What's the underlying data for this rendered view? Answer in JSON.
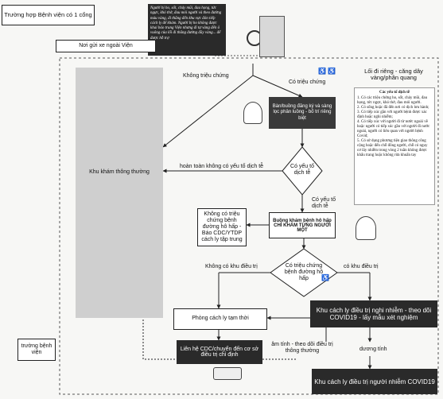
{
  "header": {
    "title": "Trường hợp Bệnh viện có 1 cổng",
    "parking": "Nơi gửi xe ngoài Viện",
    "poster_text": "Người bị ho, sốt, chảy mũi, đau họng, tức ngực, khó thở, đau mỏi người và theo đường màu vàng, đi thẳng đến khu vực đón tiếp cách ly để khám. Người bị ho không được khai báo trung Viện nhưng đi tự vàng đến ô vuông của lối đi thẳng đường đầy vàng... để được hỗ trợ"
  },
  "flow": {
    "no_symptom_label": "Không triệu chứng",
    "symptom_label": "Có triệu chứng",
    "private_lane_label": "Lối đi riêng - căng dây vàng/phân quang",
    "screening_box": "Bàn/buồng đăng ký và sàng lọc phân luồng - bố trí riêng biệt",
    "general_exam": "Khu khám thông thường",
    "no_epi_label": "hoàn toàn không có yếu tố dịch tễ",
    "epi_diamond": "Có yếu tố dịch tễ",
    "epi_yes_label": "Có yếu tố dịch tễ",
    "report_box": "Không có triệu chứng bệnh đường hô hấp - Báo CDC/YTDP cách ly tập trung",
    "respiratory_room": "Buồng khám bệnh hô hấp CHỈ KHÁM TỪNG NGƯỜI MỘT",
    "resp_diamond": "Có triệu chứng bệnh đường hô hấp",
    "no_zone_label": "Không có khu điều trị",
    "has_zone_label": "có khu điều trị",
    "temp_isolation": "Phòng cách ly tạm thời",
    "contact_cdc": "Liên hệ CDC/chuyển đến cơ sở điều trị chỉ định",
    "suspect_isolation": "Khu cách ly điều trị nghi nhiễm - theo dõi COVID19 - lấy mẫu xét nghiệm",
    "negative_label": "âm tính - theo dõi điều trị thông thường",
    "positive_label": "dương tính",
    "confirmed_isolation": "Khu cách ly điều trị người nhiễm COVID19",
    "hospital_gate": "trường bệnh viện"
  },
  "epi_criteria": {
    "title": "Các yếu tố dịch tễ",
    "items": [
      "1. Có các triệu chứng ho, sốt, chảy mũi, đau họng, tức ngực, khó thở, đau mỏi người.",
      "2. Có sống hoặc đã đến nơi có dịch lưu hành;",
      "3. Có tiếp xúc gần với người bệnh được xác định hoặc nghi nhiễm;",
      "4. Có tiếp xúc với người đi từ nước ngoài về hoặc người có tiếp xúc gần với người đi nước ngoài, người có liên quan với người bệnh Covid;",
      "5. Có sử dụng phương tiện giao thông công cộng hoặc đến chỗ đông người, chỗ có nguy cơ lây nhiễm trong vòng 2 tuần không được khẩu trang hoặc không rửa khuẩn tay"
    ]
  },
  "colors": {
    "dark_box": "#2a2a2a",
    "grey_zone": "#cfcfcf",
    "line": "#222222"
  }
}
